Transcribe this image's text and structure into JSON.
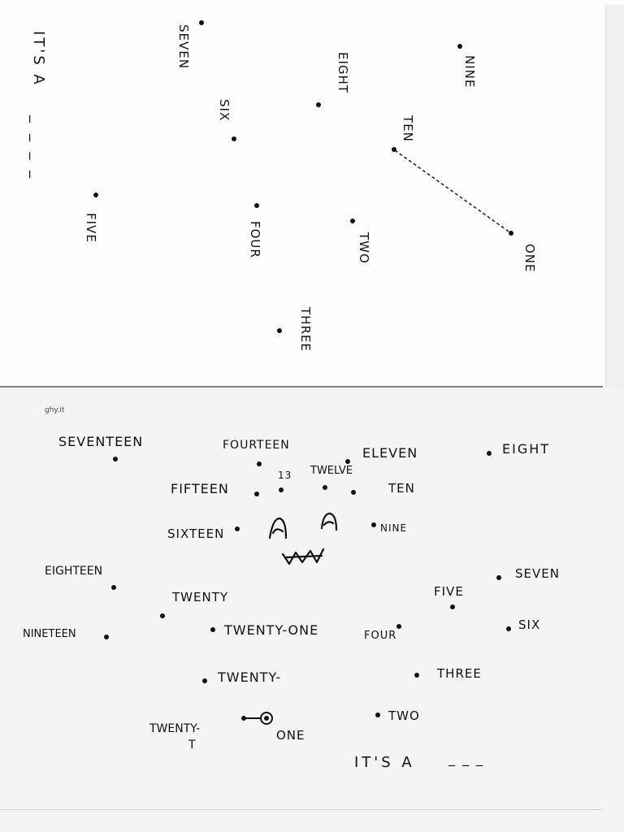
{
  "top_sheet": {
    "title": "IT'S A",
    "blank": "_ _ _ _",
    "labels": {
      "one": "ONE",
      "two": "TWO",
      "three": "THREE",
      "four": "FOUR",
      "five": "FIVE",
      "six": "SIX",
      "seven": "SEVEN",
      "eight": "EIGHT",
      "nine": "NINE",
      "ten": "TEN"
    }
  },
  "bottom_sheet": {
    "watermark": "ghy.it",
    "title": "IT'S A",
    "blank": "_ _ _",
    "labels": {
      "eight": "EIGHT",
      "eleven": "ELEVEN",
      "twelve": "TWELVE",
      "thirteen": "13",
      "fourteen": "FOURTEEN",
      "fifteen": "FIFTEEN",
      "sixteen": "SIXTEEN",
      "seventeen": "SEVENTEEN",
      "eighteen": "EIGHTEEN",
      "nineteen": "NINETEEN",
      "twenty": "TWENTY",
      "twenty_one": "TWENTY-ONE",
      "twenty_dash": "TWENTY-",
      "twenty_t": "TWENTY-",
      "t": "T",
      "one": "ONE",
      "two": "TWO",
      "three": "THREE",
      "four": "FOUR",
      "five": "FIVE",
      "six": "SIX",
      "seven": "SEVEN",
      "nine": "NINE",
      "ten": "TEN"
    }
  }
}
